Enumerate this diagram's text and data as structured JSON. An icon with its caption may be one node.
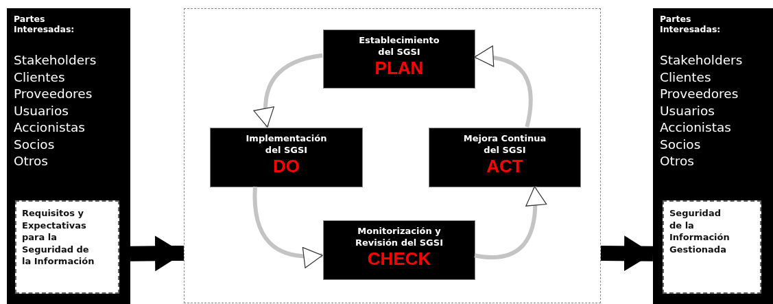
{
  "diagram": {
    "nodes": [
      {
        "text": [
          "Partes Interesadas:",
          "Stakeholders Clientes Proveedores Usuarios Accionistas Socios Otros"
        ]
      },
      {
        "text": [
          "Requisitos y Expectativas para la Seguridad de la Información"
        ],
        "in": 0
      },
      {
        "text": [],
        "shape": "box"
      },
      {
        "text": [
          "Establecimiento del SGSI",
          "PLAN"
        ],
        "in": 2
      },
      {
        "text": [
          "Implementación del SGSI",
          "DO"
        ],
        "in": 2
      },
      {
        "text": [
          "Mejora Continua del SGSI",
          "ACT"
        ],
        "in": 2
      },
      {
        "text": [
          "Monitorización y Revisión del SGSI",
          "CHECK"
        ],
        "in": 2
      },
      {
        "text": [
          "Partes Interesadas:",
          "Stakeholders Clientes Proveedores Usuarios Accionistas Socios Otros"
        ]
      },
      {
        "text": [
          "Seguridad de la Información Gestionada"
        ],
        "in": 7
      }
    ],
    "edges": [
      {
        "from": 0,
        "to": 2,
        "arrow": "to",
        "style": "thick",
        "color": "#000000"
      },
      {
        "from": 2,
        "to": 7,
        "arrow": "to",
        "style": "thick",
        "color": "#000000"
      },
      {
        "from": 3,
        "to": 4,
        "arrow": "to"
      },
      {
        "from": 4,
        "to": 6,
        "arrow": "to"
      },
      {
        "from": 6,
        "to": 5,
        "arrow": "to"
      },
      {
        "from": 5,
        "to": 3,
        "arrow": "to"
      }
    ]
  }
}
